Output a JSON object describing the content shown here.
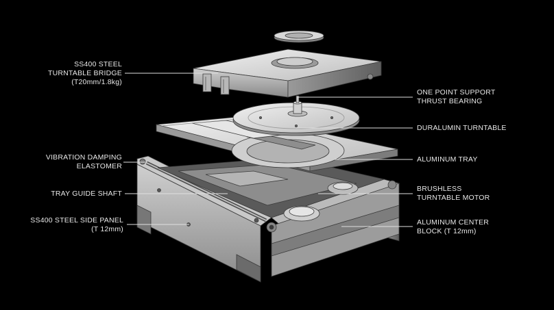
{
  "callouts": {
    "bridge": [
      "SS400 STEEL",
      "TURNTABLE BRIDGE",
      "(T20mm/1.8kg)"
    ],
    "damping": [
      "VIBRATION DAMPING",
      "ELASTOMER"
    ],
    "shaft": [
      "TRAY GUIDE SHAFT"
    ],
    "side_panel": [
      "SS400 STEEL SIDE PANEL",
      "(T 12mm)"
    ],
    "bearing": [
      "ONE POINT SUPPORT",
      "THRUST BEARING"
    ],
    "turntable": [
      "DURALUMIN TURNTABLE"
    ],
    "tray": [
      "ALUMINUM TRAY"
    ],
    "motor": [
      "BRUSHLESS",
      "TURNTABLE MOTOR"
    ],
    "center_block": [
      "ALUMINUM CENTER",
      "BLOCK (T 12mm)"
    ]
  },
  "colors": {
    "background": "#000000",
    "metal_light": "#d9d9d9",
    "metal_mid": "#a9a9a9",
    "metal_dark": "#6e6e6e",
    "leader": "#e0e0e0"
  }
}
